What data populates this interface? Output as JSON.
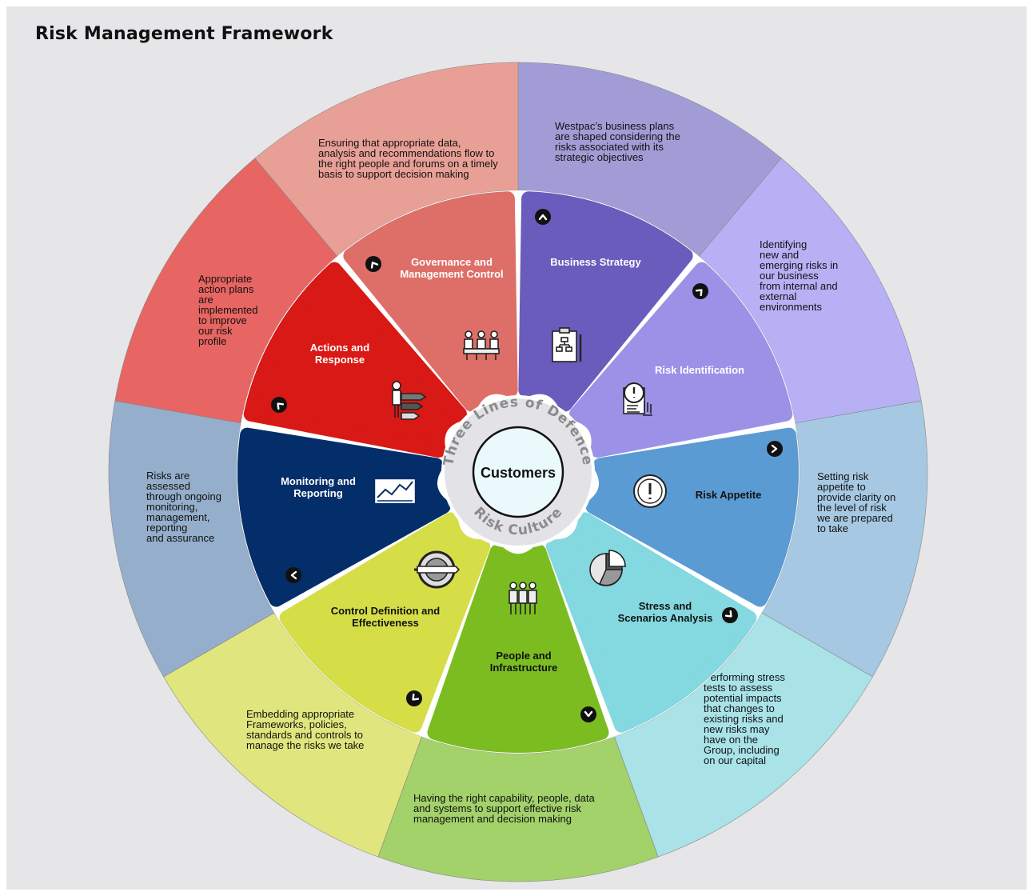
{
  "title": "Risk Management Framework",
  "center": {
    "label": "Customers",
    "ring_top": "Three Lines of Defence",
    "ring_bottom": "Risk Culture"
  },
  "segments": [
    {
      "id": "business-strategy",
      "name": "Business Strategy",
      "label_lines": [
        "Business Strategy"
      ],
      "description_lines": [
        "Westpac’s business plans",
        "are shaped considering the",
        "risks associated with its",
        "strategic objectives"
      ],
      "icon": "org-chart-clipboard-icon",
      "color": "#6a5cbc",
      "outer_color": "#a29cd6"
    },
    {
      "id": "risk-identification",
      "name": "Risk Identification",
      "label_lines": [
        "Risk Identification"
      ],
      "description_lines": [
        "Identifying",
        "new and",
        "emerging risks in",
        "our business",
        "from internal and",
        "external",
        "environments"
      ],
      "icon": "alert-document-hand-icon",
      "color": "#9b92e8",
      "outer_color": "#b7b0f5"
    },
    {
      "id": "risk-appetite",
      "name": "Risk Appetite",
      "label_lines": [
        "Risk Appetite"
      ],
      "description_lines": [
        "Setting risk",
        "appetite to",
        "provide clarity on",
        "the level of risk",
        "we are prepared",
        "to take"
      ],
      "icon": "exclamation-circle-icon",
      "color": "#5b9bd3",
      "outer_color": "#a6c8e2"
    },
    {
      "id": "stress-scenarios",
      "name": "Stress and Scenarios Analysis",
      "label_lines": [
        "Stress and",
        "Scenarios Analysis"
      ],
      "description_lines": [
        "Performing stress",
        "tests to assess",
        "potential impacts",
        "that changes to",
        "existing risks and",
        "new risks may",
        "have on the",
        "Group, including",
        "on our capital"
      ],
      "icon": "pie-chart-icon",
      "color": "#84d8df",
      "outer_color": "#a9e3e8"
    },
    {
      "id": "people-infrastructure",
      "name": "People and Infrastructure",
      "label_lines": [
        "People and",
        "Infrastructure"
      ],
      "description_lines": [
        "Having the right capability, people, data",
        "and systems to support effective risk",
        "management and decision making"
      ],
      "icon": "people-group-icon",
      "color": "#7bbd21",
      "outer_color": "#a3d16a"
    },
    {
      "id": "control-definition",
      "name": "Control Definition and Effectiveness",
      "label_lines": [
        "Control Definition and",
        "Effectiveness"
      ],
      "description_lines": [
        "Embedding appropriate",
        "Frameworks, policies,",
        "standards and controls to",
        "manage the risks we take"
      ],
      "icon": "gear-pencil-icon",
      "color": "#d5de47",
      "outer_color": "#e0e67d"
    },
    {
      "id": "monitoring-reporting",
      "name": "Monitoring and Reporting",
      "label_lines": [
        "Monitoring and",
        "Reporting"
      ],
      "description_lines": [
        "Risks are",
        "assessed",
        "through ongoing",
        "monitoring,",
        "management,",
        "reporting",
        "and assurance"
      ],
      "icon": "line-chart-icon",
      "color": "#032e69",
      "outer_color": "#95aecb"
    },
    {
      "id": "actions-response",
      "name": "Actions and Response",
      "label_lines": [
        "Actions and",
        "Response"
      ],
      "description_lines": [
        "Appropriate",
        "action plans",
        "are",
        "implemented",
        "to improve",
        "our risk",
        "profile"
      ],
      "icon": "presenter-arrows-icon",
      "color": "#d81915",
      "outer_color": "#e76562"
    },
    {
      "id": "governance",
      "name": "Governance and Management Control",
      "label_lines": [
        "Governance and",
        "Management Control"
      ],
      "description_lines": [
        "Ensuring that appropriate data,",
        "analysis and recommendations flow to",
        "the right people and forums on a timely",
        "basis to support decision making"
      ],
      "icon": "meeting-table-icon",
      "color": "#de6f68",
      "outer_color": "#e8a096"
    }
  ]
}
